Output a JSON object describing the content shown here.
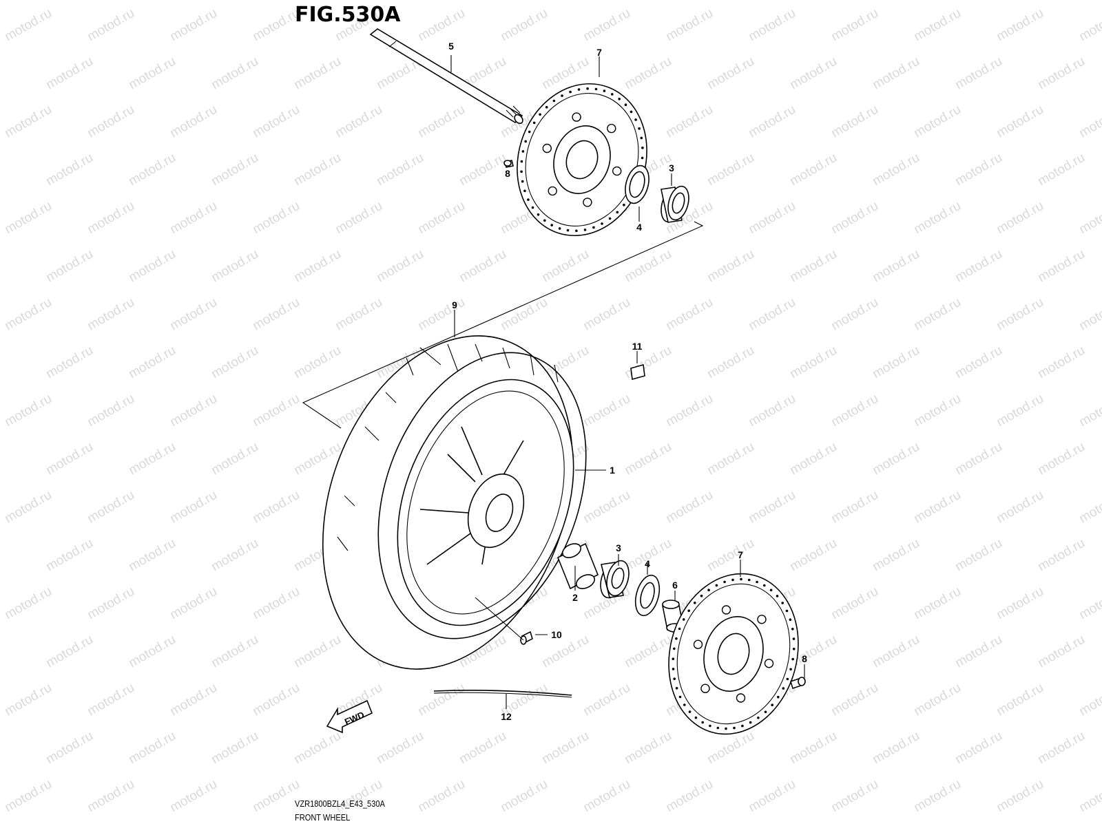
{
  "figure": {
    "title": "FIG.530A",
    "model_code": "VZR1800BZL4_E43_530A",
    "section_name": "FRONT WHEEL"
  },
  "watermark": "motod.ru",
  "fwd_label": "FWD",
  "parts": [
    {
      "id": "label-1",
      "number": "1",
      "name": "wheel"
    },
    {
      "id": "label-2",
      "number": "2",
      "name": "spacer"
    },
    {
      "id": "label-3a",
      "number": "3",
      "name": "bearing-upper"
    },
    {
      "id": "label-3b",
      "number": "3",
      "name": "bearing-lower"
    },
    {
      "id": "label-4a",
      "number": "4",
      "name": "seal-upper"
    },
    {
      "id": "label-4b",
      "number": "4",
      "name": "seal-lower"
    },
    {
      "id": "label-5",
      "number": "5",
      "name": "axle"
    },
    {
      "id": "label-6",
      "number": "6",
      "name": "collar"
    },
    {
      "id": "label-7a",
      "number": "7",
      "name": "brake-disc-upper"
    },
    {
      "id": "label-7b",
      "number": "7",
      "name": "brake-disc-lower"
    },
    {
      "id": "label-8a",
      "number": "8",
      "name": "disc-bolt-upper"
    },
    {
      "id": "label-8b",
      "number": "8",
      "name": "disc-bolt-lower"
    },
    {
      "id": "label-9",
      "number": "9",
      "name": "tire"
    },
    {
      "id": "label-10",
      "number": "10",
      "name": "valve"
    },
    {
      "id": "label-11",
      "number": "11",
      "name": "balancer-weight"
    },
    {
      "id": "label-12",
      "number": "12",
      "name": "rim-band"
    }
  ]
}
